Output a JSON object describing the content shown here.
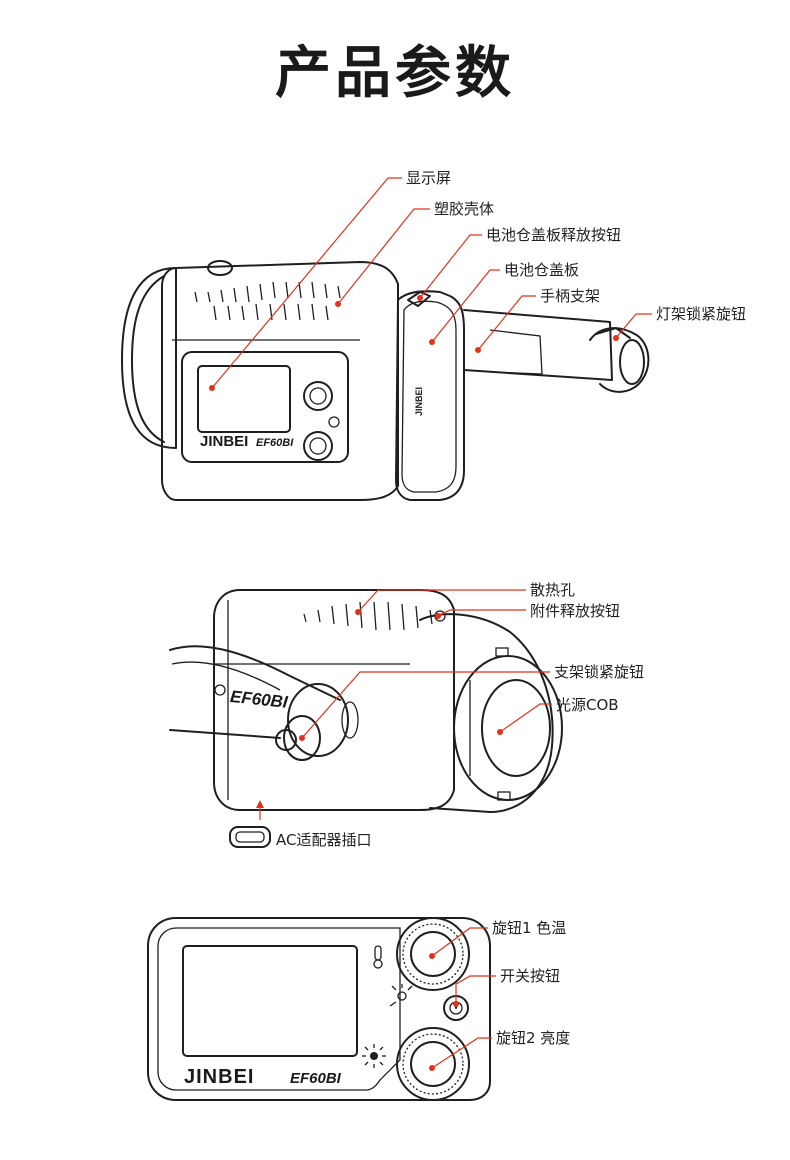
{
  "title": "产品参数",
  "section1": {
    "labels": {
      "display": "显示屏",
      "plastic_shell": "塑胶壳体",
      "battery_release": "电池仓盖板释放按钮",
      "battery_cover": "电池仓盖板",
      "handle": "手柄支架",
      "stand_knob": "灯架锁紧旋钮"
    },
    "brand": "JINBEI",
    "model": "EF60BI",
    "cover_brand": "JINBEI"
  },
  "section2": {
    "labels": {
      "vents": "散热孔",
      "accessory_release": "附件释放按钮",
      "bracket_knob": "支架锁紧旋钮",
      "cob": "光源COB",
      "ac_port": "AC适配器插口"
    },
    "side_model": "EF60BI"
  },
  "section3": {
    "labels": {
      "knob1": "旋钮1 色温",
      "power": "开关按钮",
      "knob2": "旋钮2 亮度"
    },
    "brand": "JINBEI",
    "model": "EF60BI"
  }
}
